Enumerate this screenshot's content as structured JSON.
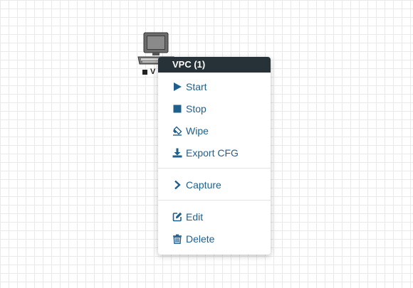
{
  "node": {
    "label": "V",
    "icon": "computer-icon"
  },
  "context_menu": {
    "title": "VPC (1)",
    "groups": [
      [
        {
          "label": "Start",
          "icon": "play-icon"
        },
        {
          "label": "Stop",
          "icon": "stop-icon"
        },
        {
          "label": "Wipe",
          "icon": "eraser-icon"
        },
        {
          "label": "Export CFG",
          "icon": "download-icon"
        }
      ],
      [
        {
          "label": "Capture",
          "icon": "chevron-right-icon"
        }
      ],
      [
        {
          "label": "Edit",
          "icon": "edit-icon"
        },
        {
          "label": "Delete",
          "icon": "trash-icon"
        }
      ]
    ]
  },
  "colors": {
    "menu_header_bg": "#263238",
    "menu_text": "#1f5f8b"
  }
}
